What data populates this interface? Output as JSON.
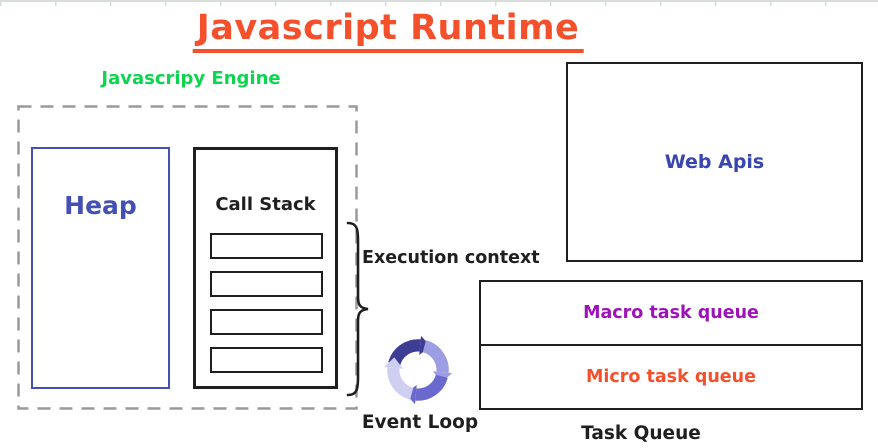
{
  "title": "Javascript Runtime",
  "engine": {
    "label": "Javascripy Engine",
    "heap_label": "Heap",
    "call_stack_label": "Call Stack",
    "stack_slots": 4
  },
  "execution_context_label": "Execution context",
  "event_loop_label": "Event Loop",
  "web_apis_label": "Web Apis",
  "task_queue": {
    "macro_label": "Macro task queue",
    "micro_label": "Micro task queue",
    "caption": "Task Queue"
  },
  "colors": {
    "title": "#f4502c",
    "engine_label": "#0fd44f",
    "heap": "#4450b4",
    "web_apis": "#3a46b0",
    "macro": "#9c14b8",
    "micro": "#f4502c",
    "ink": "#1f1f1f",
    "dashed": "#9a9a9a",
    "loop_dark": "#3d3d96",
    "loop_medium": "#6a6ace",
    "loop_light": "#9d9de3",
    "loop_lightest": "#cfcff2"
  }
}
